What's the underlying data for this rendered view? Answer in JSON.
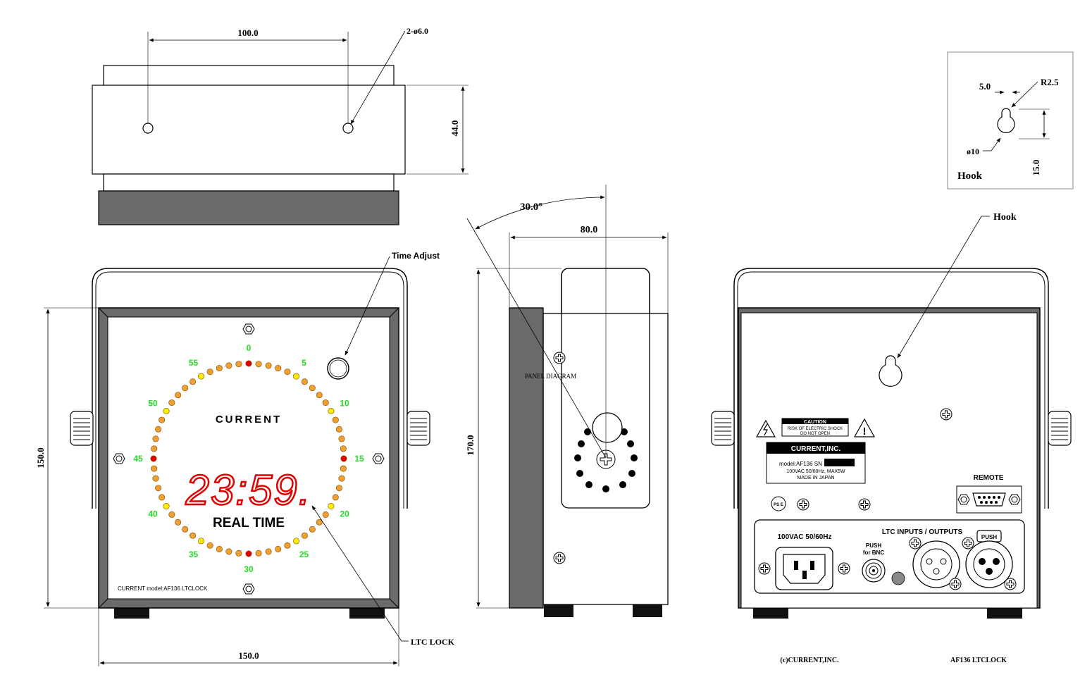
{
  "top_view": {
    "dim_width": "100.0",
    "dim_height": "44.0",
    "hole_label": "2-ø6.0"
  },
  "hook_detail": {
    "dim_5": "5.0",
    "radius": "R2.5",
    "diameter": "ø10",
    "dim_15": "15.0",
    "title": "Hook"
  },
  "front_view": {
    "time_adjust": "Time Adjust",
    "brand": "CURRENT",
    "digits": "23:59.",
    "real_time": "REAL TIME",
    "model_line": "CURRENT model:AF136 LTCLOCK",
    "ltc_lock": "LTC LOCK",
    "dim_height": "150.0",
    "dim_width": "150.0",
    "second_labels": [
      "0",
      "5",
      "10",
      "15",
      "20",
      "25",
      "30",
      "35",
      "40",
      "45",
      "50",
      "55"
    ]
  },
  "side_view": {
    "angle": "30.0°",
    "depth": "80.0",
    "height": "170.0",
    "panel_label": "PANEL DIAGRAM"
  },
  "back_view": {
    "hook": "Hook",
    "caution_title": "CAUTION",
    "caution_line1": "RISK OF ELECTRIC SHOCK",
    "caution_line2": "DO NOT OPEN",
    "company": "CURRENT,INC.",
    "model_sn": "model:AF136 SN",
    "power_spec": "100VAC 50/60Hz, MAX5W",
    "made_in": "MADE IN JAPAN",
    "pse": "PS E",
    "remote": "REMOTE",
    "power_input": "100VAC 50/60Hz",
    "ltc_io": "LTC INPUTS / OUTPUTS",
    "push_bnc_1": "PUSH",
    "push_bnc_2": "for BNC",
    "push_xlr": "PUSH"
  },
  "footer": {
    "copyright": "(c)CURRENT,INC.",
    "model": "AF136 LTCLOCK"
  },
  "colors": {
    "led_red": "#e10000",
    "led_orange": "#f0a030",
    "led_yellow": "#ffee00",
    "label_green": "#22dd22",
    "bezel": "#6a6a6a"
  }
}
